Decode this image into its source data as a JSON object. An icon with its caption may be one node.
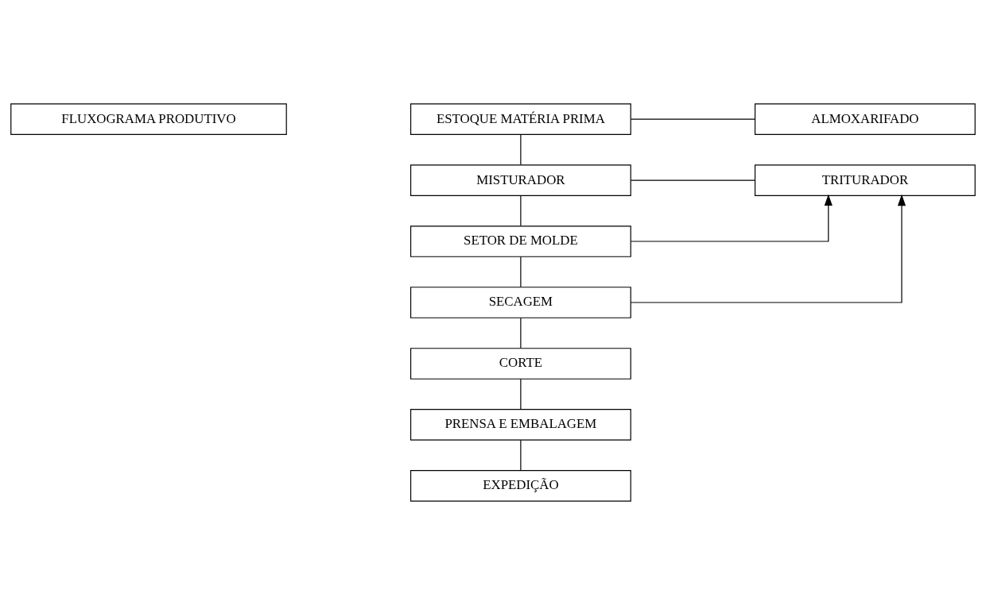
{
  "diagram": {
    "nodes": [
      {
        "text": [
          "FLUXOGRAMA PRODUTIVO"
        ]
      },
      {
        "text": [
          "ESTOQUE MATÉRIA PRIMA"
        ]
      },
      {
        "text": [
          "ALMOXARIFADO"
        ]
      },
      {
        "text": [
          "MISTURADOR"
        ]
      },
      {
        "text": [
          "TRITURADOR"
        ]
      },
      {
        "text": [
          "SETOR DE MOLDE"
        ]
      },
      {
        "text": [
          "SECAGEM"
        ]
      },
      {
        "text": [
          "CORTE"
        ]
      },
      {
        "text": [
          "PRENSA E EMBALAGEM"
        ]
      },
      {
        "text": [
          "EXPEDIÇÃO"
        ]
      }
    ],
    "edges": [
      {
        "from": 1,
        "to": 2,
        "arrow": "none"
      },
      {
        "from": 1,
        "to": 3,
        "arrow": "none"
      },
      {
        "from": 3,
        "to": 4,
        "arrow": "none"
      },
      {
        "from": 3,
        "to": 5,
        "arrow": "none"
      },
      {
        "from": 5,
        "to": 4,
        "arrow": "to"
      },
      {
        "from": 5,
        "to": 6,
        "arrow": "none"
      },
      {
        "from": 6,
        "to": 4,
        "arrow": "to"
      },
      {
        "from": 6,
        "to": 7,
        "arrow": "none"
      },
      {
        "from": 7,
        "to": 8,
        "arrow": "none"
      },
      {
        "from": 8,
        "to": 9,
        "arrow": "none"
      }
    ]
  }
}
